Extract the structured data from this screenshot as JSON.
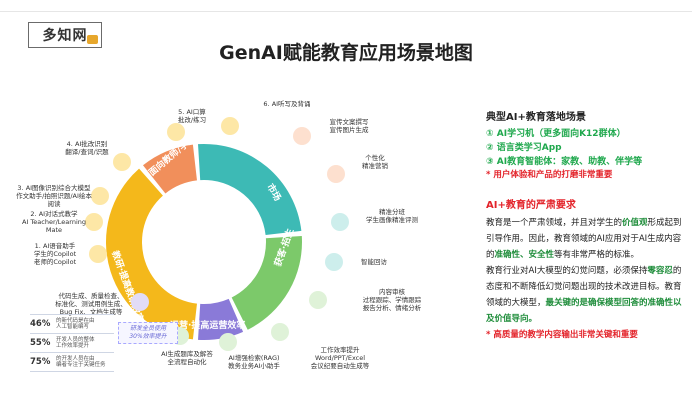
{
  "logo": {
    "text": "多知网"
  },
  "title": "GenAI赋能教育应用场景地图",
  "ring": {
    "top": "面向教师/学生/家长等用户体验",
    "marketing": "市场",
    "enroll": "获客·招生",
    "ops": "运营·提高运营效率",
    "research": "教研·提高教研效率",
    "center_top": "",
    "center": ""
  },
  "items": {
    "oral": "5. AI口算\n批改/练习",
    "listen": "6. AI听写及背诵",
    "marketing_copy": "宣传文案撰写\n宣传图片生成",
    "personal": "个性化\n精准营销",
    "precise": "精准分班\n学生画像精准评测",
    "smart_call": "智能回访",
    "content_review": "内容审核\n过程跟踪、学情跟踪\n报告分析、情绪分析",
    "office": "工作效率提升\nWord/PPT/Excel\n会议纪要自动生成等",
    "rag": "AI增强检索(RAG)\n教务业务AI小助手",
    "exam": "AI生成题库及解答\n全流程自动化",
    "code": "代码生成、质量检查、\n标准化、测试用例生成、\nBug Fix、文档生成等",
    "copilot": "1. AI语音助手\n学生的Copilot\n老师的Copilot",
    "teacher": "2. AI对话式教学\nAI Teacher/Learning Mate",
    "essay": "3. AI图像识别综合大模型\n作文助手/拍照识题/AI绘本阅读",
    "grading": "4. AI批改识别\n翻译/查词/识题"
  },
  "stats": [
    {
      "pct": "46%",
      "desc": "的新代码是在由\n人工智能编写"
    },
    {
      "pct": "55%",
      "desc": "开发人员的整体\n工作效率提升"
    },
    {
      "pct": "75%",
      "desc": "的开发人员在由\n编者专注于关键任务"
    }
  ],
  "stat_box": "研发全员使用\n30%效率提升",
  "right": {
    "h1": "典型AI+教育落地场景",
    "items": [
      "① AI学习机（更多面向K12群体）",
      "② 语言类学习App",
      "③ AI教育智能体：家教、助教、伴学等"
    ],
    "note1": "* 用户体验和产品的打磨非常重要",
    "h2": "AI+教育的严肃要求",
    "p1a": "教育是一个严肃领域，并且对学生的",
    "p1b": "价值观",
    "p1c": "形成起到引导作用。因此，教育领域的AI应用对于AI生成内容的",
    "p1d": "准确性、安全性",
    "p1e": "等有非常严格的标准。",
    "p2a": "教育行业对AI大模型的幻觉问题，必须保持",
    "p2b": "零容忍",
    "p2c": "的态度和不断降低幻觉问题出现的技术改进目标。教育领域的大模型，",
    "p2d": "最关键的是确保模型回答的准确性以及价值导向。",
    "note2": "* 高质量的教学内容输出非常关键和重要"
  },
  "colors": {
    "top": "#f4b81b",
    "marketing": "#f18f5b",
    "enroll": "#3dbab5",
    "ops": "#7cc96a",
    "research": "#8a7ad8",
    "green": "#1fa84d",
    "red": "#e3232a"
  }
}
